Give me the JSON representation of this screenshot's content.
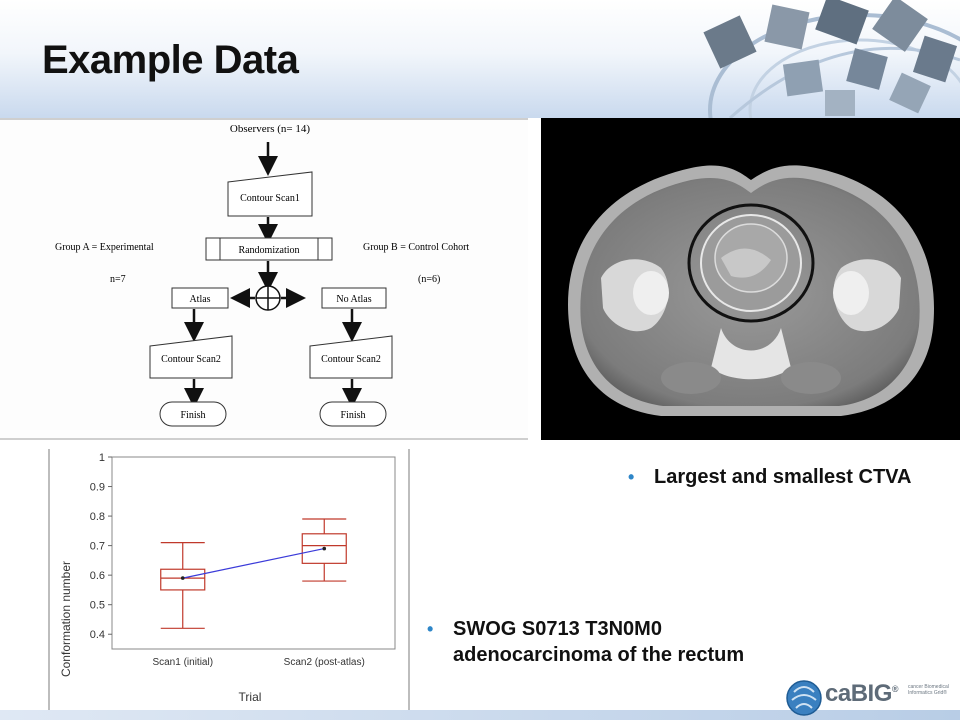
{
  "slide": {
    "title": "Example Data"
  },
  "flowchart": {
    "observers": "Observers (n= 14)",
    "contour_scan1": "Contour Scan1",
    "randomization": "Randomization",
    "group_a": "Group A = Experimental",
    "group_b": "Group B = Control Cohort",
    "n_a": "n=7",
    "n_b": "(n=6)",
    "atlas": "Atlas",
    "no_atlas": "No Atlas",
    "contour_scan2_left": "Contour Scan2",
    "contour_scan2_right": "Contour Scan2",
    "finish_left": "Finish",
    "finish_right": "Finish"
  },
  "chart_data": {
    "type": "box",
    "ylabel": "Conformation number",
    "xlabel": "Trial",
    "categories": [
      "Scan1 (initial)",
      "Scan2 (post-atlas)"
    ],
    "ylim": [
      0.35,
      1.0
    ],
    "yticks": [
      "0.4",
      "0.5",
      "0.6",
      "0.7",
      "0.8",
      "0.9",
      "1"
    ],
    "boxes": [
      {
        "min": 0.42,
        "q1": 0.55,
        "median": 0.59,
        "q3": 0.62,
        "max": 0.71,
        "mean": 0.59
      },
      {
        "min": 0.58,
        "q1": 0.64,
        "median": 0.7,
        "q3": 0.74,
        "max": 0.79,
        "mean": 0.69
      }
    ],
    "colors": {
      "box": "#c0392b",
      "mean_line": "#3b3bd9"
    }
  },
  "bullets": [
    {
      "text": "Largest and smallest CTVA"
    },
    {
      "text": "SWOG S0713 T3N0M0 adenocarcinoma of the rectum"
    }
  ],
  "logo": {
    "name": "caBIG",
    "mark": "®",
    "sub": "cancer Biomedical Informatics Grid®"
  }
}
